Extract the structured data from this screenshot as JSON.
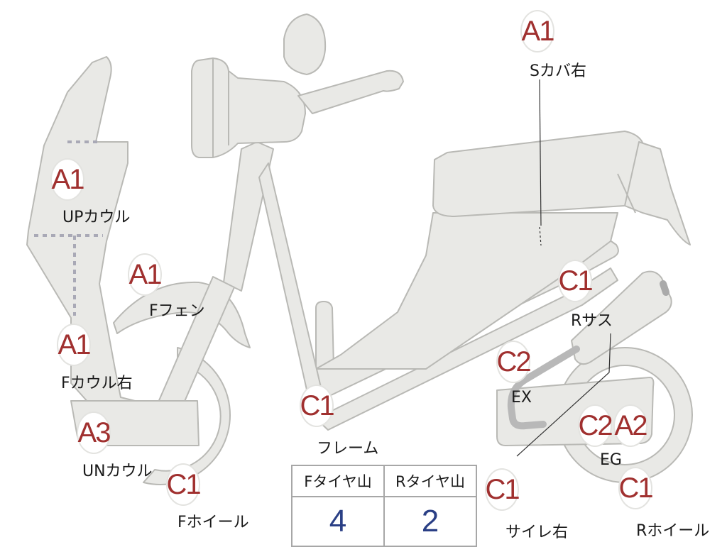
{
  "parts": [
    {
      "id": "s-cover-right",
      "grade": "A1",
      "label": "Sカバ右"
    },
    {
      "id": "up-cowl",
      "grade": "A1",
      "label": "UPカウル"
    },
    {
      "id": "f-fender",
      "grade": "A1",
      "label": "Fフェン"
    },
    {
      "id": "f-cowl-right",
      "grade": "A1",
      "label": "Fカウル右"
    },
    {
      "id": "un-cowl",
      "grade": "A3",
      "label": "UNカウル"
    },
    {
      "id": "f-wheel",
      "grade": "C1",
      "label": "Fホイール"
    },
    {
      "id": "frame",
      "grade": "C1",
      "label": "フレーム"
    },
    {
      "id": "r-suspension",
      "grade": "C1",
      "label": "Rサス"
    },
    {
      "id": "exhaust",
      "grade": "C2",
      "label": "EX"
    },
    {
      "id": "engine",
      "grade": "C2",
      "label": "EG"
    },
    {
      "id": "engine-second",
      "grade": "A2",
      "label": ""
    },
    {
      "id": "silencer-right",
      "grade": "C1",
      "label": "サイレ右"
    },
    {
      "id": "r-wheel",
      "grade": "C1",
      "label": "Rホイール"
    }
  ],
  "tread_table": {
    "headers": [
      "Fタイヤ山",
      "Rタイヤ山"
    ],
    "values": [
      "4",
      "2"
    ]
  }
}
